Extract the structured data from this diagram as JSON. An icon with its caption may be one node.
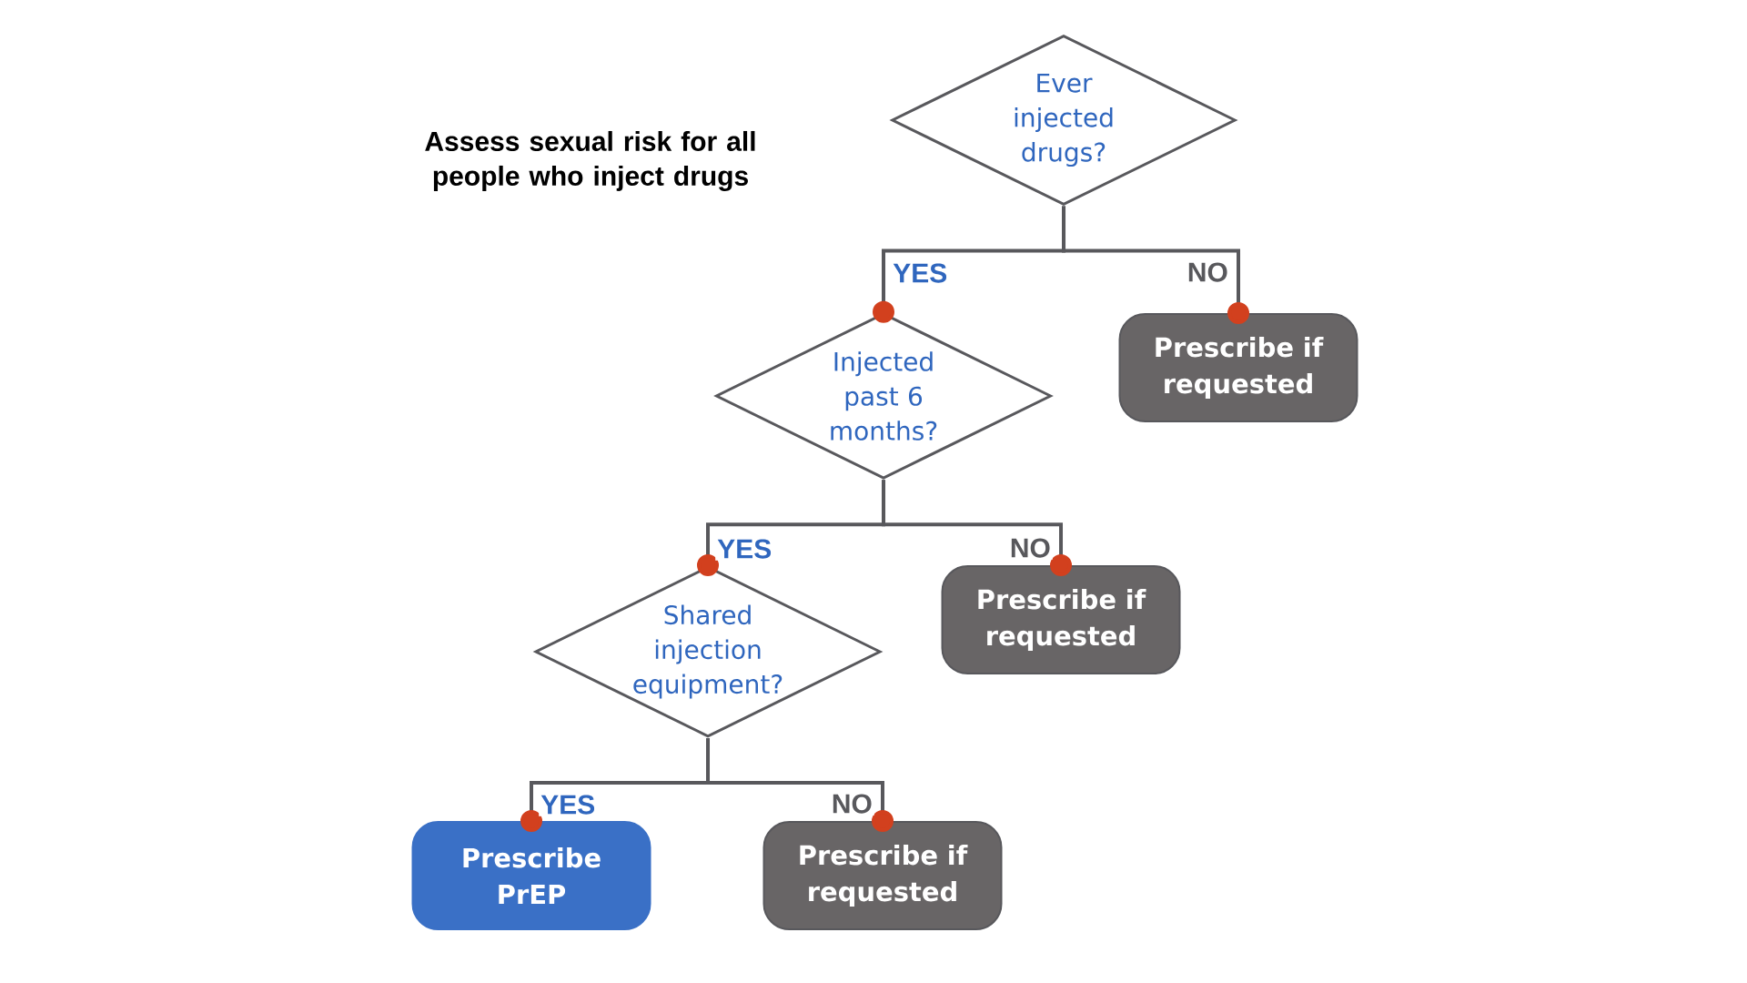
{
  "diagram": {
    "title": "Assess sexual risk for all people who inject drugs",
    "nodes": [
      {
        "text": [
          "Ever injected drugs?"
        ]
      },
      {
        "text": [
          "Injected past 6 months?"
        ]
      },
      {
        "text": [
          "Prescribe if requested"
        ]
      },
      {
        "text": [
          "Shared injection equipment?"
        ]
      },
      {
        "text": [
          "Prescribe if requested"
        ]
      },
      {
        "text": [
          "Prescribe PrEP"
        ]
      },
      {
        "text": [
          "Prescribe if requested"
        ]
      }
    ],
    "edges": [
      {
        "from": 0,
        "to": 1,
        "arrow": "other",
        "label": "YES"
      },
      {
        "from": 0,
        "to": 2,
        "arrow": "other",
        "label": "NO"
      },
      {
        "from": 1,
        "to": 3,
        "arrow": "other",
        "label": "YES"
      },
      {
        "from": 1,
        "to": 4,
        "arrow": "other",
        "label": "NO"
      },
      {
        "from": 3,
        "to": 5,
        "arrow": "other",
        "label": "YES"
      },
      {
        "from": 3,
        "to": 6,
        "arrow": "other",
        "label": "NO"
      }
    ]
  }
}
